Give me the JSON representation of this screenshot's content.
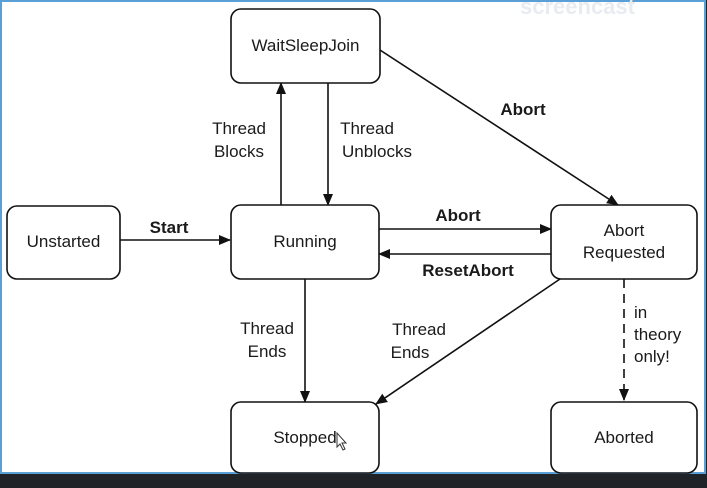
{
  "colors": {
    "outer_background": "#202428",
    "canvas_background": "#ffffff",
    "canvas_border": "#5aa0d6",
    "ink": "#111111"
  },
  "watermark": {
    "text": "screencast"
  },
  "nodes": {
    "waitsleepjoin": {
      "label": "WaitSleepJoin"
    },
    "unstarted": {
      "label": "Unstarted"
    },
    "running": {
      "label": "Running"
    },
    "abort_requested": {
      "line1": "Abort",
      "line2": "Requested"
    },
    "stopped": {
      "label": "Stopped"
    },
    "aborted": {
      "label": "Aborted"
    }
  },
  "edges": {
    "thread_blocks": {
      "line1": "Thread",
      "line2": "Blocks"
    },
    "thread_unblocks": {
      "line1": "Thread",
      "line2": "Unblocks"
    },
    "abort_from_wait": {
      "label": "Abort"
    },
    "start": {
      "label": "Start"
    },
    "abort_from_running": {
      "label": "Abort"
    },
    "reset_abort": {
      "label": "ResetAbort"
    },
    "thread_ends_running": {
      "line1": "Thread",
      "line2": "Ends"
    },
    "thread_ends_abort": {
      "line1": "Thread",
      "line2": "Ends"
    },
    "in_theory_only": {
      "line1": "in",
      "line2": "theory",
      "line3": "only!"
    }
  }
}
